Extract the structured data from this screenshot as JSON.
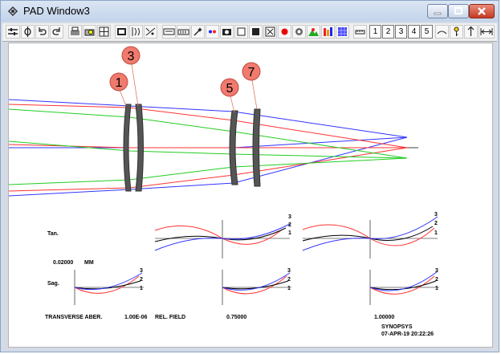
{
  "window": {
    "title": "PAD Window3",
    "icon": "app-logo-icon",
    "buttons": {
      "minimize": "minimize-icon",
      "maximize": "maximize-icon",
      "close": "close-icon"
    }
  },
  "toolbar": {
    "number_buttons": [
      "1",
      "2",
      "3",
      "4",
      "5"
    ]
  },
  "lens_labels": [
    "1",
    "3",
    "5",
    "7"
  ],
  "aberration": {
    "tan_label": "Tan.",
    "sag_label": "Sag.",
    "scale_value": "0.02000",
    "scale_unit": "MM",
    "curve_labels": [
      "3",
      "2",
      "1"
    ],
    "footer_title": "TRANSVERSE ABER.",
    "footer_wavelength": "1.00E-06",
    "footer_field_label": "REL. FIELD",
    "footer_field_mid": "0.75000",
    "footer_field_end": "1.00000",
    "software": "SYNOPSYS",
    "timestamp": "07-APR-19  20:22:26"
  },
  "colors": {
    "ray_blue": "#3333ff",
    "ray_red": "#ff3333",
    "ray_green": "#22cc22",
    "lens": "#555555",
    "badge": "#f07a6e",
    "title_close": "#c43b22"
  }
}
